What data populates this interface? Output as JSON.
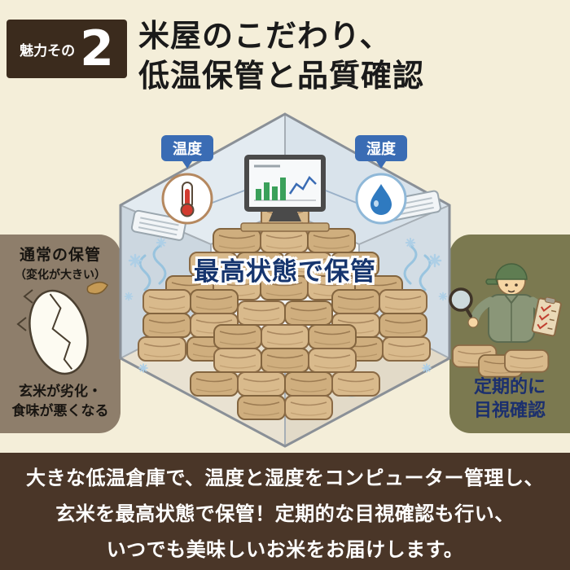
{
  "colors": {
    "background": "#f4eed9",
    "badge_bg": "#3b2b1d",
    "badge_text": "#ffffff",
    "title_text": "#1a1a1a",
    "label_badge_bg": "#3a6cb4",
    "storage_caption_text": "#16356e",
    "left_panel_bg": "#8e7e6b",
    "right_panel_bg": "#7b7950",
    "right_caption_text": "#1b2f6e",
    "footer_bg": "#4a3628",
    "footer_text": "#ffffff"
  },
  "header": {
    "badge_prefix": "魅力その",
    "badge_number": "2",
    "title_line1": "米屋のこだわり、",
    "title_line2": "低温保管と品質確認"
  },
  "warehouse": {
    "temperature_label": "温度",
    "humidity_label": "湿度",
    "storage_caption": "最高状態で保管"
  },
  "left_panel": {
    "heading_line1": "通常の保管",
    "heading_line2": "（変化が大きい）",
    "caption_line1": "玄米が劣化・",
    "caption_line2": "食味が悪くなる"
  },
  "right_panel": {
    "caption_line1": "定期的に",
    "caption_line2": "目視確認"
  },
  "footer": {
    "line1": "大きな低温倉庫で、温度と湿度をコンピューター管理し、",
    "line2": "玄米を最高状態で保管！定期的な目視確認も行い、",
    "line3": "いつでも美味しいお米をお届けします。"
  }
}
